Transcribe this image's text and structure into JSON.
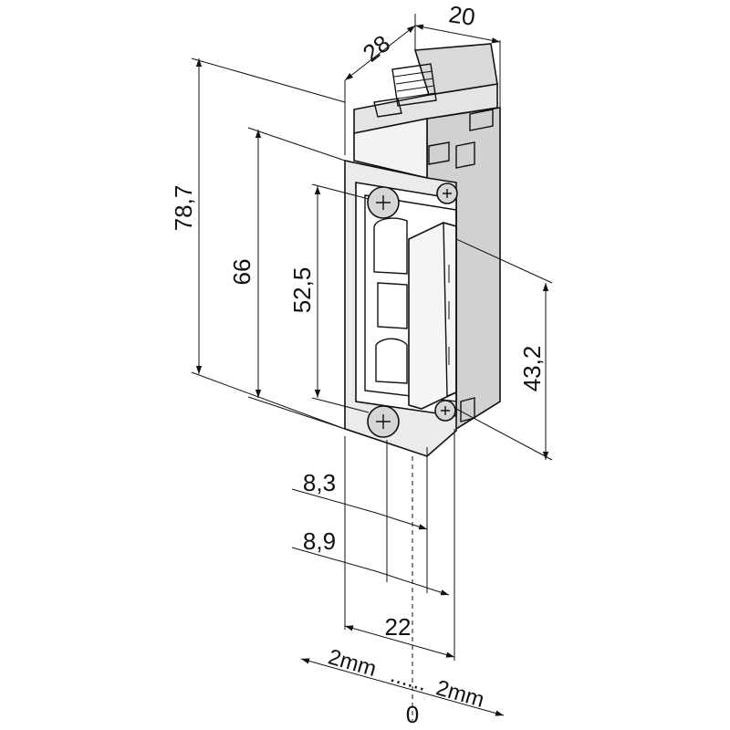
{
  "dimensions": {
    "width_top": "20",
    "depth_top": "28",
    "overall_height": "78,7",
    "faceplate_height": "66",
    "latch_opening": "52,5",
    "latch_height": "43,2",
    "offset_a": "8,3",
    "offset_b": "8,9",
    "faceplate_width": "22",
    "adjust_left": "2mm",
    "adjust_right": "2mm",
    "adjust_dots": "......",
    "zero": "0"
  }
}
